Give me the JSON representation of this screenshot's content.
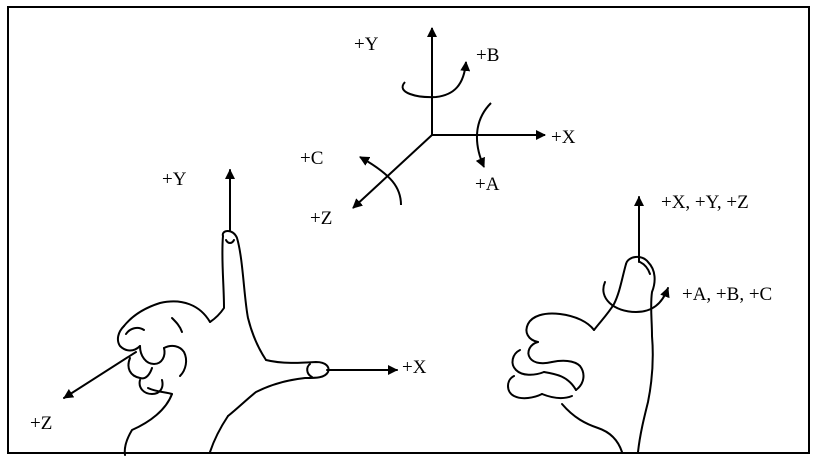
{
  "colors": {
    "line": "#000000",
    "background": "#ffffff"
  },
  "top_axes": {
    "y_label": "+Y",
    "b_label": "+B",
    "x_label": "+X",
    "a_label": "+A",
    "c_label": "+C",
    "z_label": "+Z"
  },
  "left_hand": {
    "y_label": "+Y",
    "x_label": "+X",
    "z_label": "+Z"
  },
  "right_hand": {
    "linear_label": "+X, +Y, +Z",
    "rotary_label": "+A, +B, +C"
  }
}
